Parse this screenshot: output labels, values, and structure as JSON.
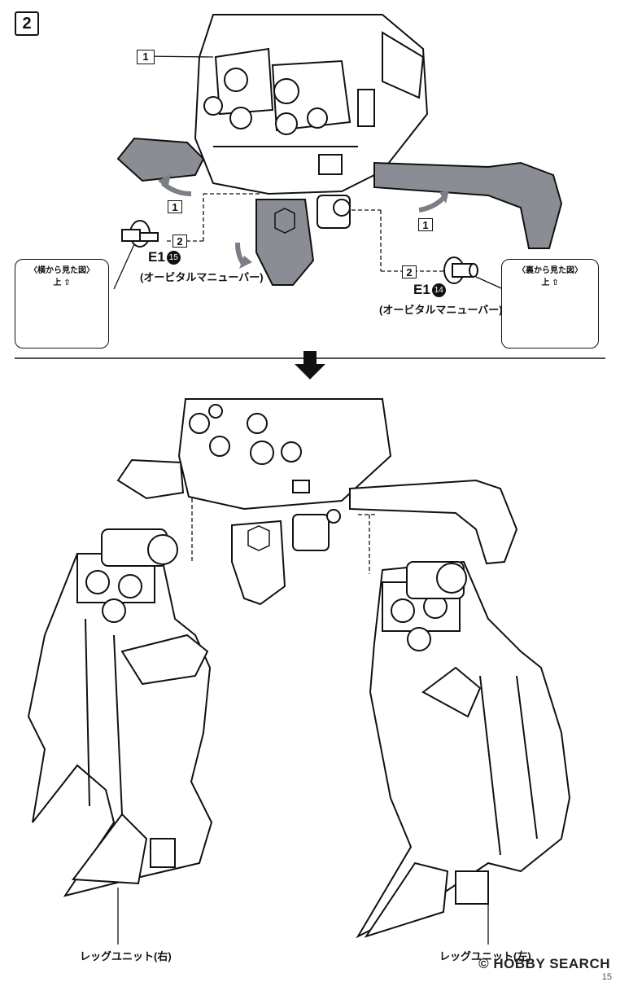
{
  "step": {
    "number": "2"
  },
  "parts": {
    "main_ref": "1",
    "rotate_ref_left": "1",
    "rotate_ref_right": "1",
    "insert_ref_left": "2",
    "insert_ref_right": "2"
  },
  "left_part": {
    "code": "E1",
    "circle": "15",
    "name": "(オービタルマニューバー)"
  },
  "right_part": {
    "code": "E1",
    "circle": "14",
    "name": "(オービタルマニューバー)"
  },
  "views": {
    "side": {
      "title": "〈横から見た図〉",
      "up": "上"
    },
    "back": {
      "title": "〈裏から見た図〉",
      "up": "上"
    }
  },
  "labels": {
    "leg_right": "レッグユニット(右)",
    "leg_left": "レッグユニット(左)"
  },
  "watermark": "© HOBBY SEARCH",
  "page_number": "15",
  "colors": {
    "line": "#111111",
    "shade": "#8a8d93",
    "arrow": "#7b7e85"
  }
}
